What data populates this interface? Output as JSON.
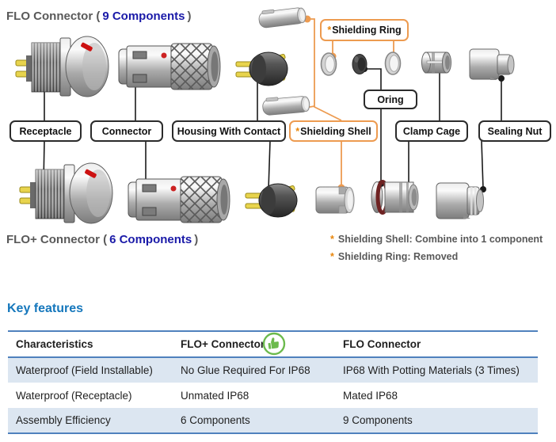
{
  "diagram": {
    "flo_title": {
      "prefix": "FLO Connector (",
      "count": "9 Components",
      "suffix": ")"
    },
    "flo_plus_title": {
      "prefix": "FLO+ Connector (",
      "count": "6 Components",
      "suffix": ")"
    },
    "labels": {
      "receptacle": {
        "text": "Receptacle"
      },
      "connector": {
        "text": "Connector"
      },
      "housing": {
        "text": "Housing With Contact"
      },
      "shielding_shell": {
        "asterisk": "*",
        "text": "Shielding Shell"
      },
      "shielding_ring": {
        "asterisk": "*",
        "text": "Shielding Ring"
      },
      "oring": {
        "text": "Oring"
      },
      "clamp_cage": {
        "text": "Clamp Cage"
      },
      "sealing_nut": {
        "text": "Sealing Nut"
      }
    },
    "notes": [
      {
        "asterisk": "*",
        "text": "Shielding Shell: Combine into 1 component"
      },
      {
        "asterisk": "*",
        "text": "Shielding Ring: Removed"
      }
    ]
  },
  "key_features": {
    "title": "Key features",
    "table": {
      "headers": [
        "Characteristics",
        "FLO+  Connector",
        "FLO Connector"
      ],
      "highlight_icon": "thumbs-up-icon",
      "rows": [
        {
          "cells": [
            "Waterproof (Field Installable)",
            "No Glue Required For IP68",
            "IP68 With Potting Materials (3 Times)"
          ]
        },
        {
          "cells": [
            "Waterproof (Receptacle)",
            "Unmated IP68",
            "Mated IP68"
          ]
        },
        {
          "cells": [
            "Assembly Efficiency",
            "6 Components",
            "9 Components"
          ]
        }
      ]
    }
  },
  "colors": {
    "accent_orange": "#ED9B50",
    "asterisk_orange": "#E8860C",
    "count_navy": "#1A1AA8",
    "title_gray": "#595959",
    "features_blue": "#1577BC",
    "table_border_blue": "#4F81BD",
    "row_shade_blue": "#DCE6F1",
    "thumbs_green": "#6CBA4D",
    "red_mark": "#CC1111",
    "pin_yellow": "#E8D44D"
  }
}
